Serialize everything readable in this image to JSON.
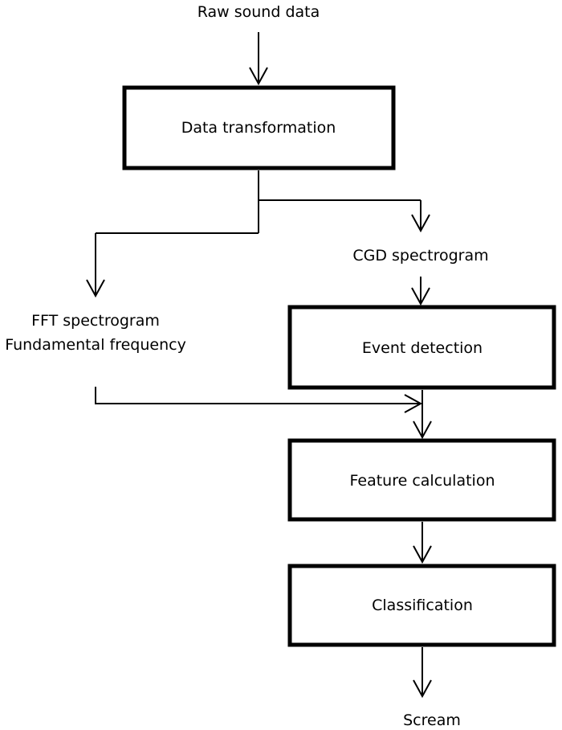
{
  "diagram": {
    "nodes": {
      "raw_sound_data": "Raw sound data",
      "data_transformation": "Data transformation",
      "cgd_spectrogram": "CGD spectrogram",
      "fft_spectrogram": "FFT spectrogram",
      "fundamental_frequency": "Fundamental frequency",
      "event_detection": "Event detection",
      "feature_calculation": "Feature calculation",
      "classification": "Classification",
      "scream": "Scream"
    },
    "edges": [
      {
        "from": "raw_sound_data",
        "to": "data_transformation"
      },
      {
        "from": "data_transformation",
        "to": "cgd_spectrogram"
      },
      {
        "from": "data_transformation",
        "to": "fft_spectrogram"
      },
      {
        "from": "cgd_spectrogram",
        "to": "event_detection"
      },
      {
        "from": "fft_spectrogram",
        "to": "feature_calculation"
      },
      {
        "from": "event_detection",
        "to": "feature_calculation"
      },
      {
        "from": "feature_calculation",
        "to": "classification"
      },
      {
        "from": "classification",
        "to": "scream"
      }
    ]
  }
}
